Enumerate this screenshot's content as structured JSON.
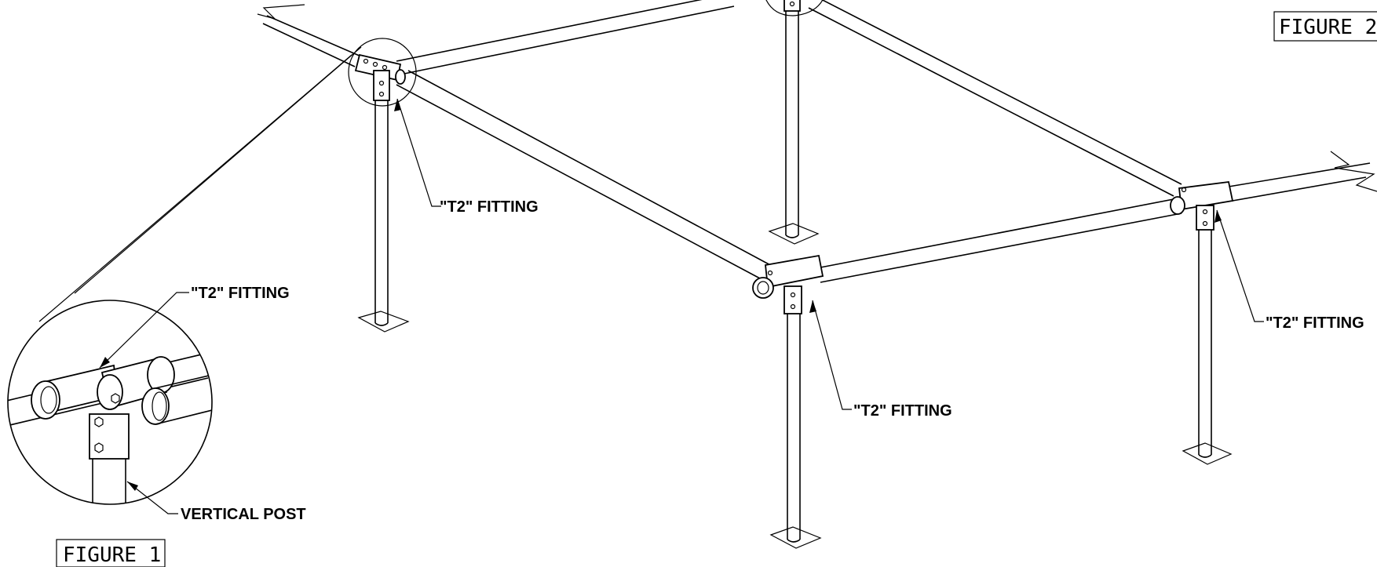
{
  "labels": {
    "t2_top_left": "\"T2\" FITTING",
    "t2_center": "\"T2\" FITTING",
    "t2_right": "\"T2\" FITTING",
    "t2_detail": "\"T2\" FITTING",
    "vertical_post": "VERTICAL POST"
  },
  "figures": {
    "figure1": "FIGURE 1",
    "figure2": "FIGURE 2"
  }
}
